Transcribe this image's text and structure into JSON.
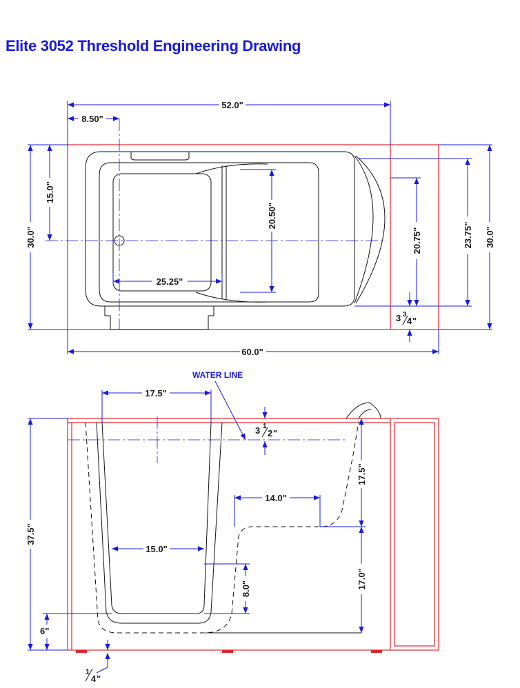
{
  "title": "Elite 3052 Threshold Engineering Drawing",
  "top_view": {
    "dims": {
      "overall_length": "52.0\"",
      "drain_offset": "8.50\"",
      "half_width": "15.0\"",
      "total_width_left": "30.0\"",
      "seat_depth": "20.50\"",
      "footwell_length": "25.25\"",
      "door_depth": "20.75\"",
      "inner_width": "23.75\"",
      "total_width_right": "30.0\"",
      "frame_length": "60.0\"",
      "gap_whole": "3",
      "gap_num": "3",
      "gap_den": "4"
    }
  },
  "side_view": {
    "water_line": "WATER LINE",
    "dims": {
      "top_opening": "17.5\"",
      "bottom_width": "15.0\"",
      "seat_length": "14.0\"",
      "back_height": "17.5\"",
      "seat_height": "17.0\"",
      "step_height": "8.0\"",
      "total_height": "37.5\"",
      "base_height": "6\"",
      "freeboard_whole": "3",
      "freeboard_num": "1",
      "freeboard_den": "2",
      "leg_num": "1",
      "leg_den": "4"
    }
  },
  "colors": {
    "dimension_lines": "#1a1ae0",
    "frame": "#e0242e",
    "outline": "#111111",
    "title": "#1a1adc"
  }
}
